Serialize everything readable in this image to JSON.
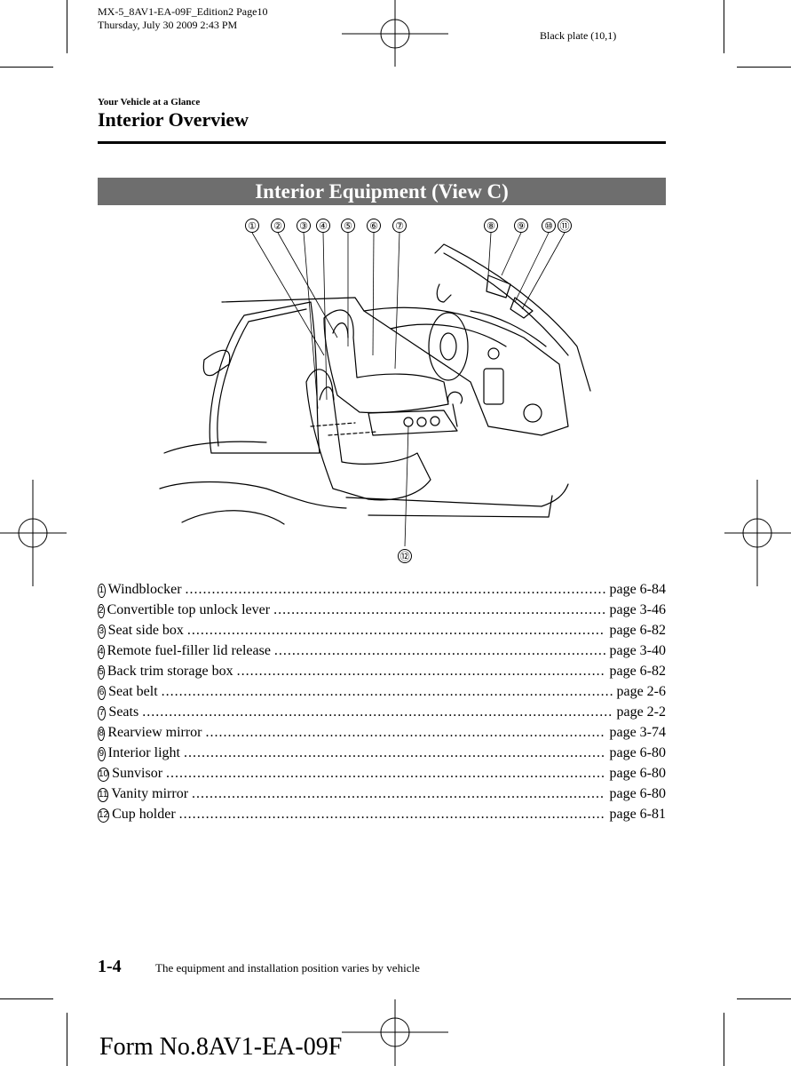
{
  "print_header": {
    "file_line": "MX-5_8AV1-EA-09F_Edition2 Page10",
    "date_line": "Thursday, July 30 2009 2:43 PM",
    "plate": "Black plate (10,1)"
  },
  "section_label": "Your Vehicle at a Glance",
  "page_title": "Interior Overview",
  "banner_title": "Interior Equipment (View C)",
  "illustration": {
    "callouts_top": [
      "①",
      "②",
      "③",
      "④",
      "⑤",
      "⑥",
      "⑦",
      "⑧",
      "⑨",
      "⑩",
      "⑪"
    ],
    "callout_bottom": "⑫"
  },
  "items": [
    {
      "num": "1",
      "label": "Windblocker",
      "page": "page 6-84"
    },
    {
      "num": "2",
      "label": "Convertible top unlock lever",
      "page": "page 3-46"
    },
    {
      "num": "3",
      "label": "Seat side box",
      "page": "page 6-82"
    },
    {
      "num": "4",
      "label": "Remote fuel-filler lid release",
      "page": "page 3-40"
    },
    {
      "num": "5",
      "label": "Back trim storage box",
      "page": "page 6-82"
    },
    {
      "num": "6",
      "label": "Seat belt",
      "page": "page 2-6"
    },
    {
      "num": "7",
      "label": "Seats",
      "page": "page 2-2"
    },
    {
      "num": "8",
      "label": "Rearview mirror",
      "page": "page 3-74"
    },
    {
      "num": "9",
      "label": "Interior light",
      "page": "page 6-80"
    },
    {
      "num": "10",
      "label": "Sunvisor",
      "page": "page 6-80"
    },
    {
      "num": "11",
      "label": "Vanity mirror",
      "page": "page 6-80"
    },
    {
      "num": "12",
      "label": "Cup holder",
      "page": "page 6-81"
    }
  ],
  "footer": {
    "page_number": "1-4",
    "note": "The equipment and installation position varies by vehicle",
    "form_number": "Form No.8AV1-EA-09F"
  }
}
